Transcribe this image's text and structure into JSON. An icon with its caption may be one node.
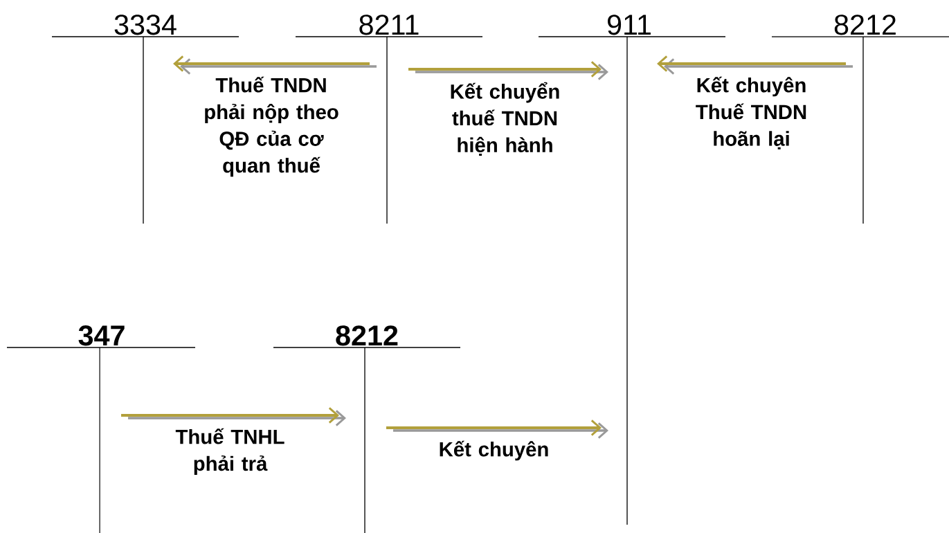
{
  "diagram": {
    "nodes": [
      {
        "text": [
          "3334"
        ]
      },
      {
        "text": [
          "8211"
        ]
      },
      {
        "text": [
          "911"
        ]
      },
      {
        "text": [
          "8212"
        ]
      },
      {
        "text": [
          "347"
        ]
      },
      {
        "text": [
          "8212"
        ]
      }
    ],
    "edges": [
      {
        "from": 1,
        "to": 0,
        "arrow": "to",
        "label": "Thuế TNDN phải nộp theo QĐ của cơ quan thuế"
      },
      {
        "from": 1,
        "to": 2,
        "arrow": "to",
        "label": "Kết chuyển thuế TNDN hiện hành"
      },
      {
        "from": 3,
        "to": 2,
        "arrow": "to",
        "label": "Kết chuyên Thuế TNDN hoãn lại"
      },
      {
        "from": 4,
        "to": 5,
        "arrow": "to",
        "label": "Thuế TNHL phải trả"
      },
      {
        "from": 5,
        "to": 2,
        "arrow": "to",
        "label": "Kết chuyên"
      }
    ]
  }
}
